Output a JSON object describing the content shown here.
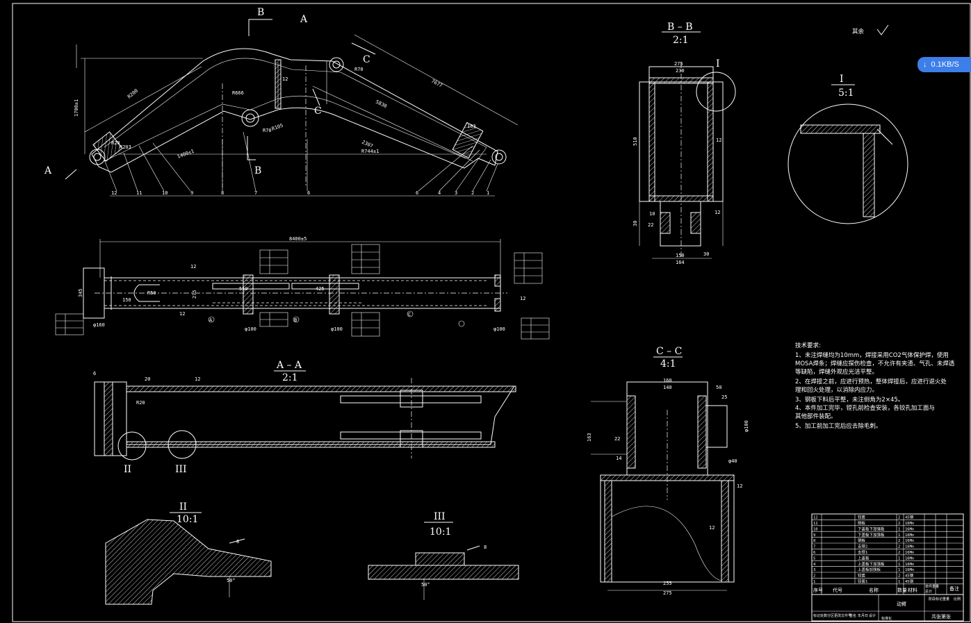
{
  "view_labels": {
    "bb": {
      "title": "B – B",
      "scale": "2:1"
    },
    "detail_i": {
      "title": "I",
      "scale": "5:1"
    },
    "aa": {
      "title": "A – A",
      "scale": "2:1"
    },
    "cc": {
      "title": "C – C",
      "scale": "4:1"
    },
    "detail_ii": {
      "title": "II",
      "scale": "10:1"
    },
    "detail_iii": {
      "title": "III",
      "scale": "10:1"
    }
  },
  "roughness_note": "其余",
  "section_marks": {
    "a": "A",
    "b": "B",
    "c": "C",
    "i": "I",
    "ii": "II",
    "iii": "III"
  },
  "main_view": {
    "balloons": [
      "12",
      "11",
      "10",
      "9",
      "8",
      "7",
      "6",
      "6",
      "4",
      "3",
      "2",
      "1"
    ],
    "dims": [
      "1700±1",
      "7677",
      "5830",
      "2307",
      "R744±1",
      "1400±1",
      "R666",
      "R70",
      "R70",
      "R203",
      "R105",
      "R200",
      "R20",
      "103",
      "12"
    ]
  },
  "plan_view": {
    "dims": [
      "8400±5",
      "345",
      "150",
      "R50",
      "550",
      "425",
      "275",
      "12",
      "12",
      "12",
      "φ160",
      "φ100",
      "φ100",
      "φ100"
    ],
    "datums": [
      "A",
      "B",
      "C"
    ]
  },
  "bb_view": {
    "dims": [
      "275",
      "230",
      "510",
      "12",
      "10",
      "22",
      "30",
      "150",
      "164",
      "30",
      "12"
    ]
  },
  "cc_view": {
    "dims": [
      "160",
      "140",
      "50",
      "25",
      "163",
      "22",
      "14",
      "φ100",
      "φ40",
      "12",
      "12",
      "255",
      "275"
    ]
  },
  "aa_view": {
    "dims": [
      "20",
      "12",
      "R20",
      "6"
    ]
  },
  "weld_dims": {
    "ii": [
      "50°",
      "8"
    ],
    "iii": [
      "50°",
      "8"
    ]
  },
  "tech_notes": {
    "heading": "技术要求:",
    "lines": [
      "1、未注焊缝均为10mm，焊接采用CO2气体保护焊，使用",
      "MOSA焊条；焊缝应探伤检查，不允许有夹渣、气孔、未焊透",
      "等缺陷，焊缝外观应光洁平整。",
      "2、在焊接之前，应进行预热，整体焊接后，应进行退火处",
      "理和回火处理，以消除内应力。",
      "3、钢板下料后平整，未注倒角为2×45。",
      "4、本件加工完毕，镗孔前检查安装，各铰孔加工面与",
      "其他部件装配。",
      "5、加工前加工完后应去除毛刺。"
    ]
  },
  "parts_table": {
    "rows": [
      [
        "12",
        "",
        "铰套",
        "2",
        "45钢"
      ],
      [
        "11",
        "",
        "侧板",
        "2",
        "16Mn"
      ],
      [
        "10",
        "",
        "下盖板下加强板",
        "1",
        "16Mn"
      ],
      [
        "9",
        "",
        "下盖板下加强板",
        "1",
        "16Mn"
      ],
      [
        "8",
        "",
        "钢板",
        "2",
        "16Mn"
      ],
      [
        "7",
        "",
        "支撑2",
        "2",
        "16Mn"
      ],
      [
        "6",
        "",
        "支撑1",
        "2",
        "16Mn"
      ],
      [
        "5",
        "",
        "上盖板",
        "1",
        "16Mn"
      ],
      [
        "4",
        "",
        "上盖板下加强板",
        "1",
        "16Mn"
      ],
      [
        "3",
        "",
        "上盖板加强板",
        "1",
        "16Mn"
      ],
      [
        "2",
        "",
        "铰套",
        "2",
        "45钢"
      ],
      [
        "1",
        "",
        "铰套1",
        "1",
        "45钢"
      ]
    ],
    "header": [
      "序号",
      "代号",
      "名称",
      "数量",
      "材料",
      "单件重量",
      "总计",
      "备注"
    ],
    "footer": [
      "标记",
      "处数",
      "分区",
      "更改文件号",
      "签名",
      "年月日",
      "设计",
      "标准化",
      "阶段标记",
      "重量",
      "比例"
    ],
    "title": "动臂",
    "sheet": "共张第张"
  },
  "network_badge": {
    "speed": "0.1KB/S",
    "icon": "download-arrow-icon",
    "color": "#3d7ee8"
  }
}
